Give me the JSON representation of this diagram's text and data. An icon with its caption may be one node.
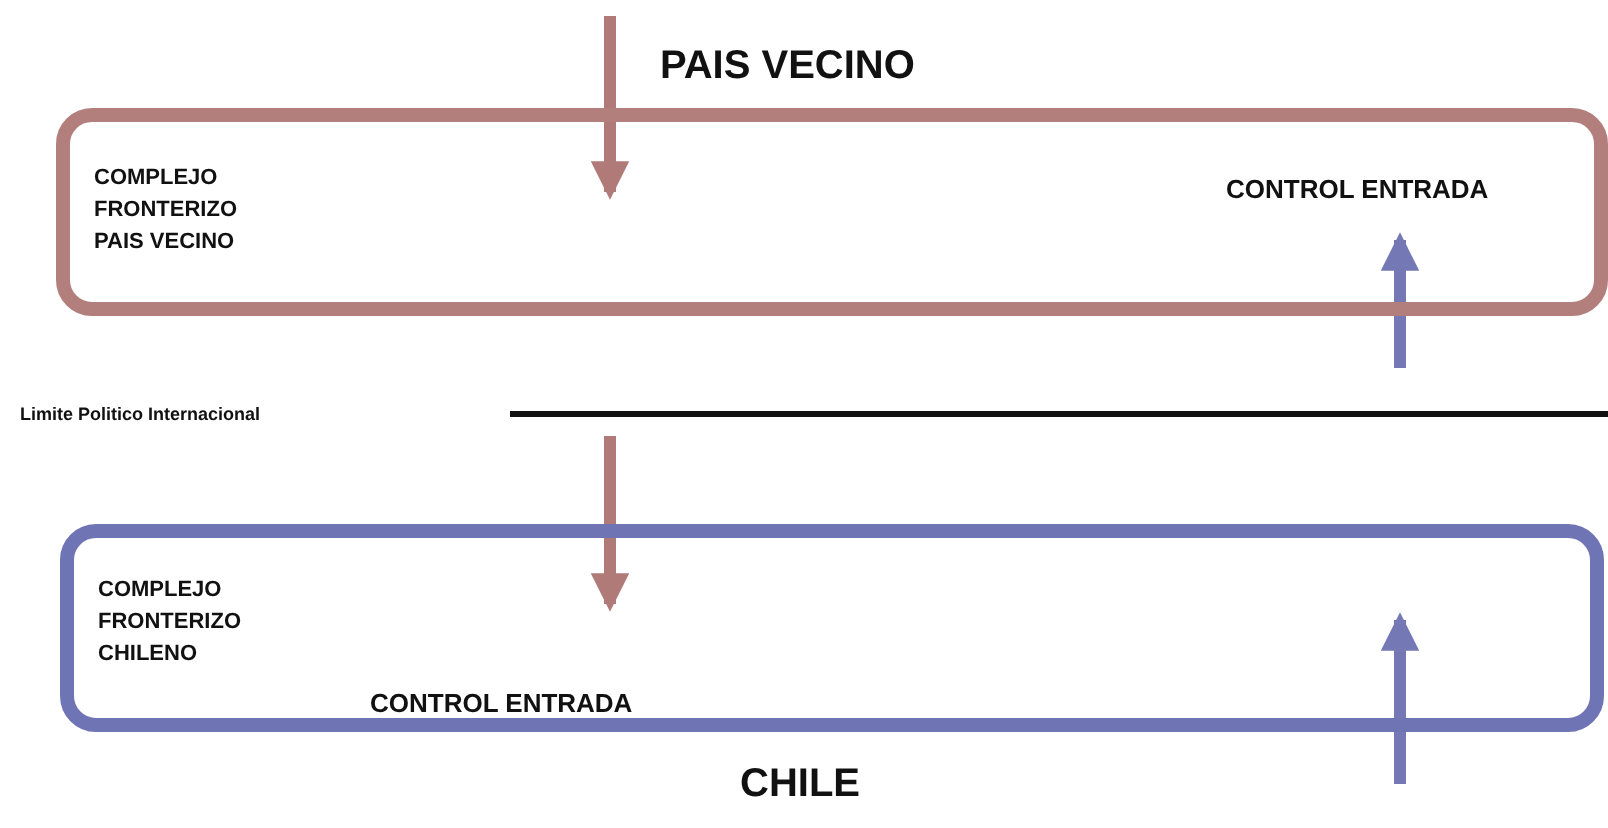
{
  "diagram": {
    "nodes": [
      {
        "text": [
          "COMPLEJO FRONTERIZO PAIS VECINO",
          "CONTROL ENTRADA"
        ],
        "beside": [
          "PAIS VECINO"
        ]
      },
      {
        "text": [
          "COMPLEJO FRONTERIZO CHILENO",
          "CONTROL ENTRADA"
        ],
        "beside": [
          "CHILE"
        ]
      }
    ],
    "edges": [
      {
        "from": null,
        "to": 0,
        "arrow": "to",
        "color": "#b07a78"
      },
      {
        "from": null,
        "to": 0,
        "arrow": "to",
        "color": "#7478b4"
      },
      {
        "from": null,
        "to": 1,
        "arrow": "to",
        "color": "#b07a78"
      },
      {
        "from": null,
        "to": 1,
        "arrow": "to",
        "color": "#7478b4"
      }
    ],
    "labels": [
      "Limite Politico Internacional"
    ]
  }
}
